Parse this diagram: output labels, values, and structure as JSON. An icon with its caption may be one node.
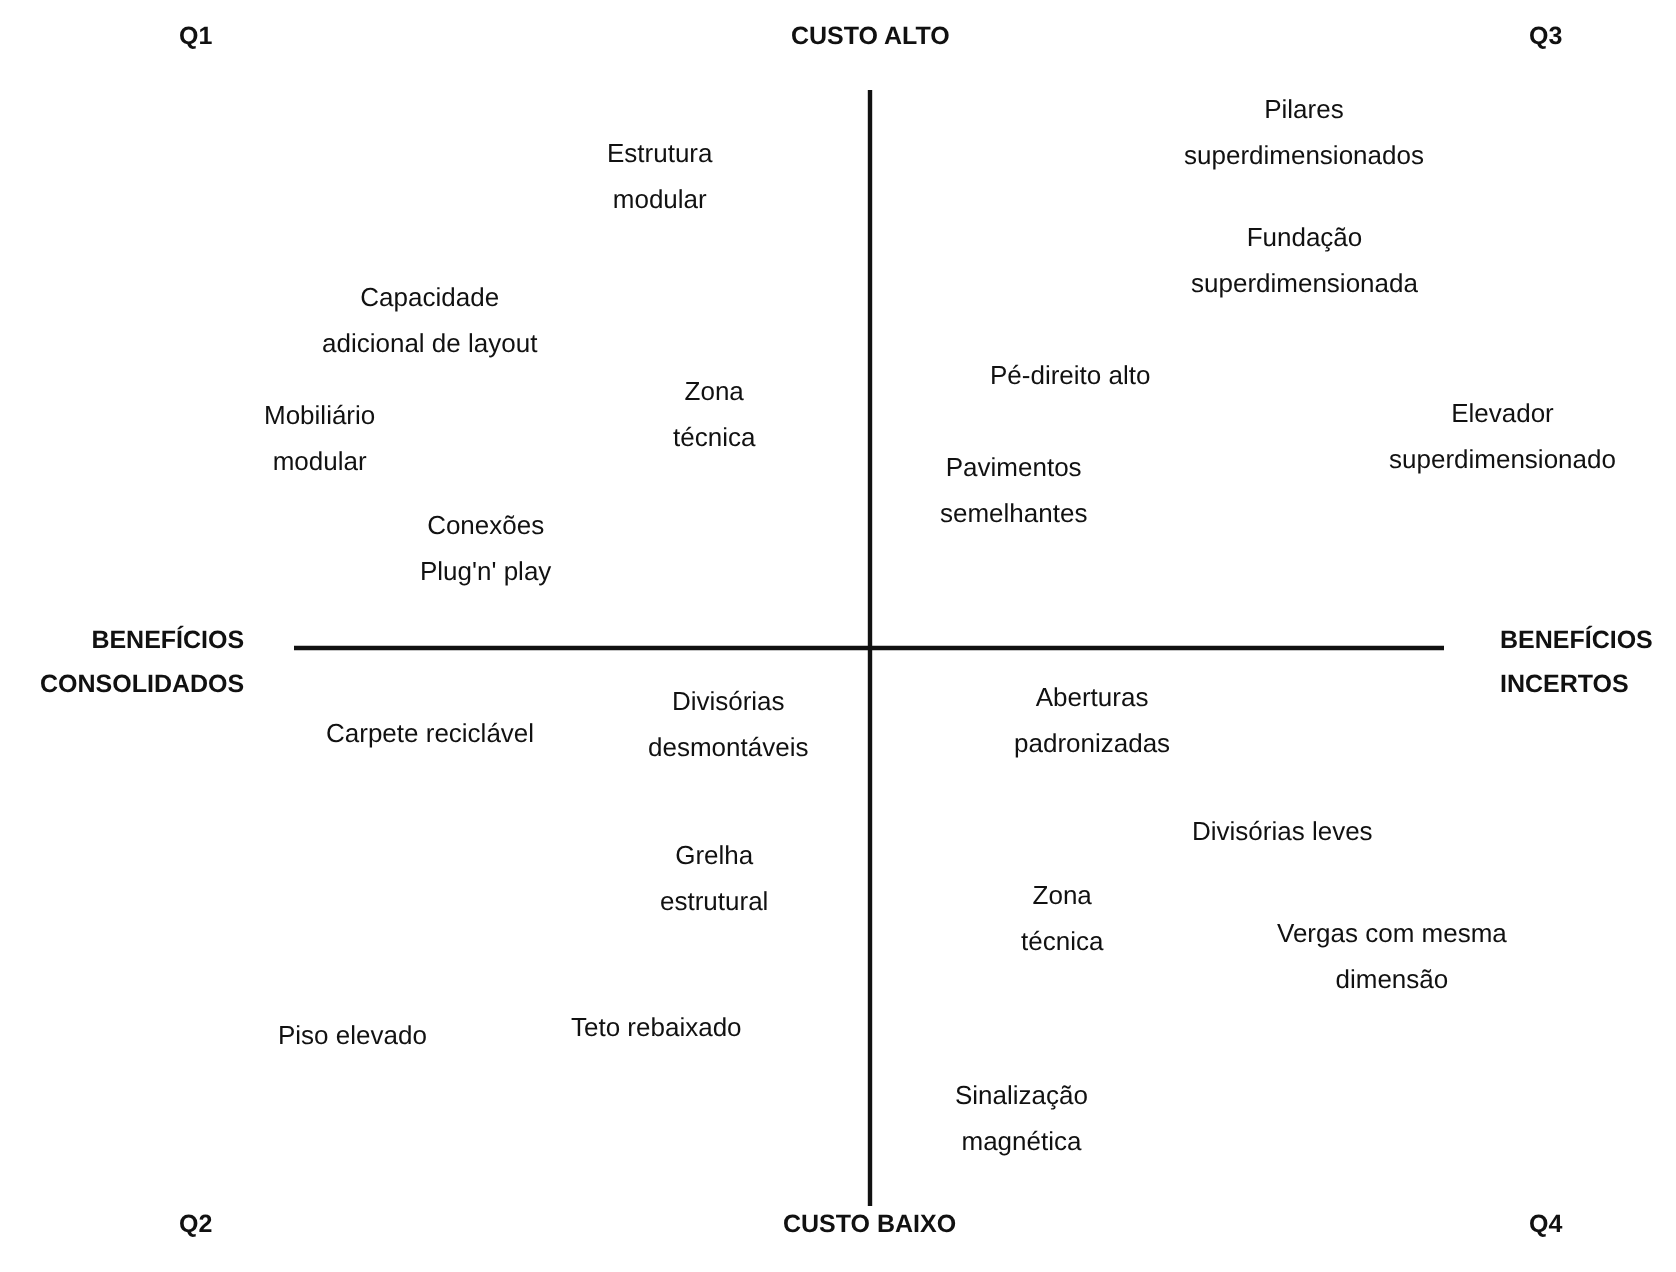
{
  "diagram": {
    "labels": [
      "Q1",
      "CUSTO ALTO",
      "Q3",
      "Estrutura modular",
      "Pilares superdimensionados",
      "Fundação superdimensionada",
      "Capacidade adicional de layout",
      "Pé-direito alto",
      "Mobiliário modular",
      "Zona técnica",
      "Elevador superdimensionado",
      "Pavimentos semelhantes",
      "Conexões Plug'n' play",
      "BENEFÍCIOS CONSOLIDADOS",
      "BENEFÍCIOS INCERTOS",
      "Carpete reciclável",
      "Divisórias desmontáveis",
      "Aberturas padronizadas",
      "Divisórias leves",
      "Grelha estrutural",
      "Zona técnica",
      "Vergas com mesma dimensão",
      "Teto rebaixado",
      "Piso elevado",
      "Sinalização magnética",
      "Q2",
      "CUSTO BAIXO",
      "Q4"
    ]
  }
}
